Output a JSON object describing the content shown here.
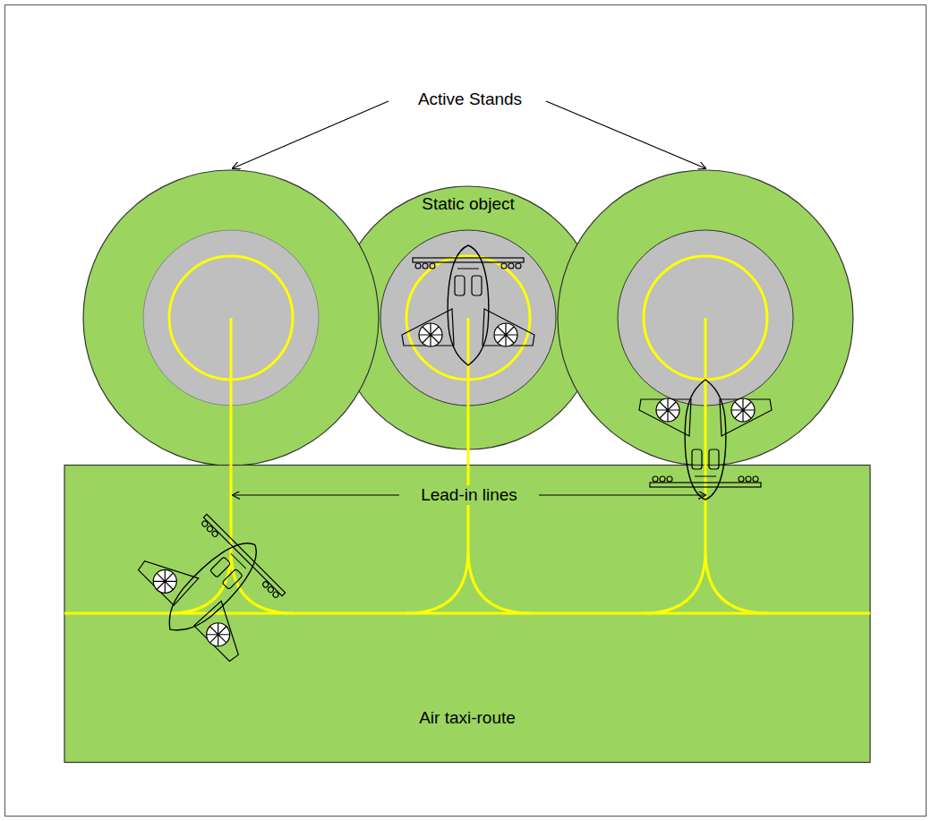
{
  "diagram": {
    "nodes": [
      {
        "text": [
          "Static object"
        ]
      },
      {
        "text": [
          "Air taxi-route"
        ]
      }
    ],
    "labels": [
      "Active Stands",
      "Lead-in lines"
    ]
  }
}
